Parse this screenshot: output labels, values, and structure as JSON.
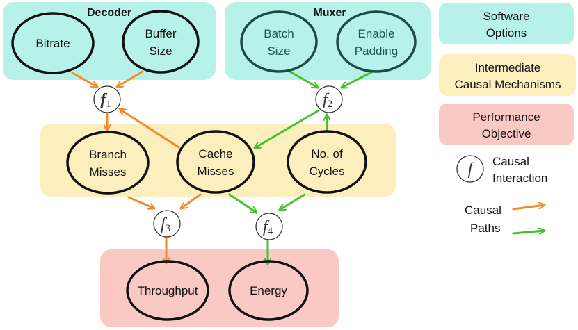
{
  "groups": {
    "decoder": {
      "title": "Decoder"
    },
    "muxer": {
      "title": "Muxer"
    }
  },
  "nodes": {
    "bitrate": [
      "Bitrate"
    ],
    "buffer_size": [
      "Buffer",
      "Size"
    ],
    "batch_size": [
      "Batch",
      "Size"
    ],
    "enable_padding": [
      "Enable",
      "Padding"
    ],
    "branch_misses": [
      "Branch",
      "Misses"
    ],
    "cache_misses": [
      "Cache",
      "Misses"
    ],
    "cycles": [
      "No. of",
      "Cycles"
    ],
    "throughput": [
      "Throughput"
    ],
    "energy": [
      "Energy"
    ]
  },
  "functions": {
    "f1": {
      "symbol": "f",
      "sub": "1"
    },
    "f2": {
      "symbol": "f",
      "sub": "2"
    },
    "f3": {
      "symbol": "f",
      "sub": "3"
    },
    "f4": {
      "symbol": "f",
      "sub": "4"
    }
  },
  "legend": {
    "software_options": [
      "Software",
      "Options"
    ],
    "intermediate": [
      "Intermediate",
      "Causal Mechanisms"
    ],
    "performance": [
      "Performance",
      "Objective"
    ],
    "interaction_symbol": "f",
    "interaction": [
      "Causal",
      "Interaction"
    ],
    "paths": [
      "Causal",
      "Paths"
    ]
  },
  "colors": {
    "software_bg": "#b6f1ea",
    "intermediate_bg": "#fdefbd",
    "performance_bg": "#fbc9c4",
    "orange_arrow": "#f28a2a",
    "green_arrow": "#44c02f",
    "teal_text": "#1d5750"
  }
}
